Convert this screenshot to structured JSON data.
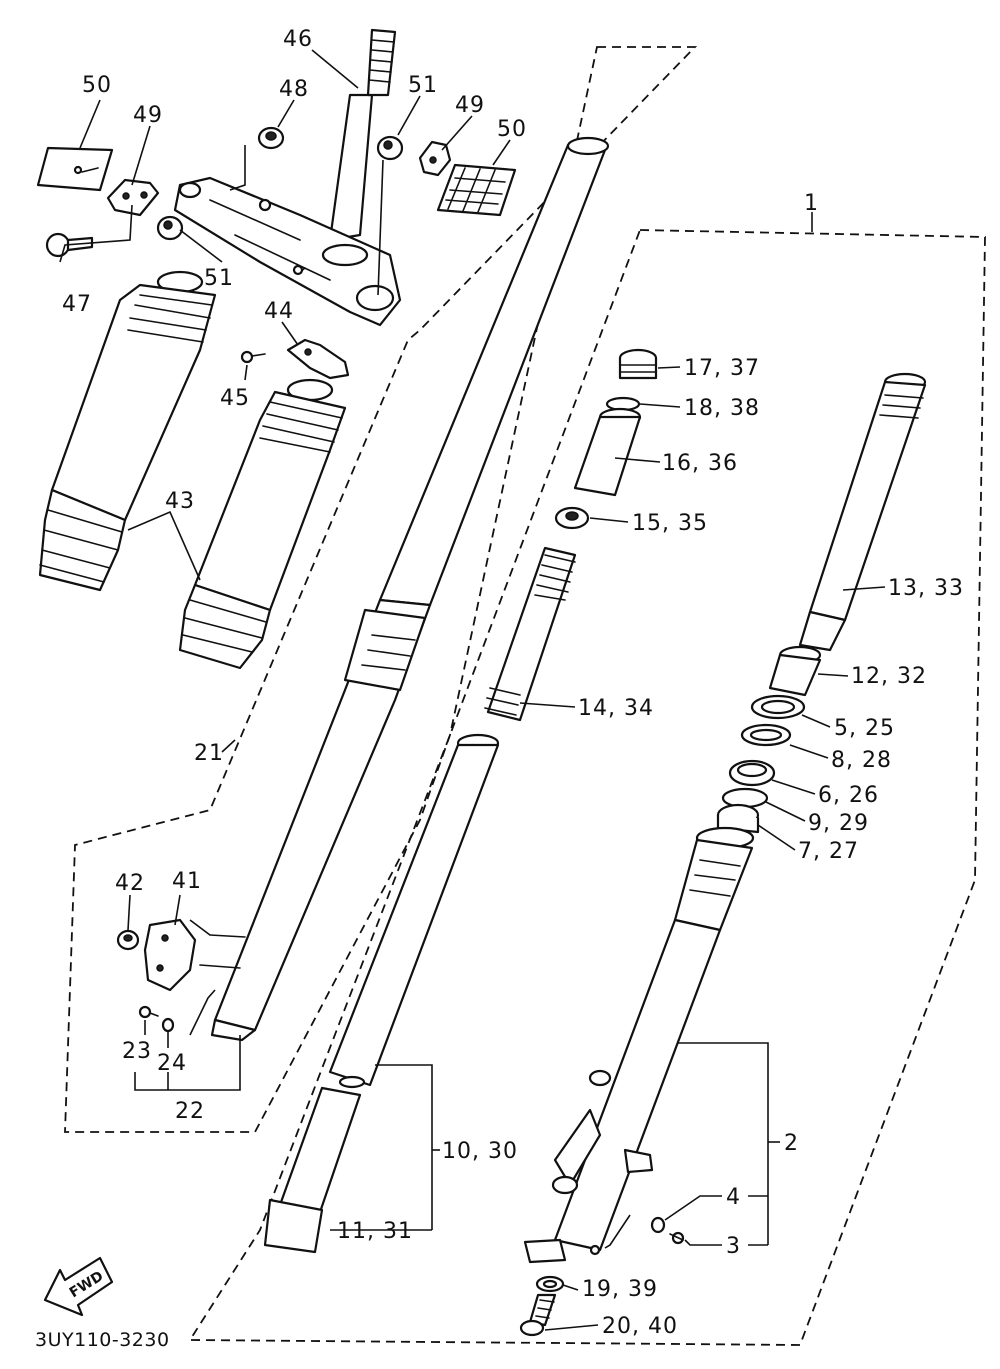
{
  "callouts": {
    "c1": "1",
    "c2": "2",
    "c3": "3",
    "c4": "4",
    "c5_25": "5, 25",
    "c6_26": "6, 26",
    "c7_27": "7, 27",
    "c8_28": "8, 28",
    "c9_29": "9, 29",
    "c10_30": "10, 30",
    "c11_31": "11, 31",
    "c12_32": "12, 32",
    "c13_33": "13, 33",
    "c14_34": "14, 34",
    "c15_35": "15, 35",
    "c16_36": "16, 36",
    "c17_37": "17, 37",
    "c18_38": "18, 38",
    "c19_39": "19, 39",
    "c20_40": "20, 40",
    "c21": "21",
    "c22": "22",
    "c23": "23",
    "c24": "24",
    "c41": "41",
    "c42": "42",
    "c43": "43",
    "c44": "44",
    "c45": "45",
    "c46": "46",
    "c47": "47",
    "c48": "48",
    "c49a": "49",
    "c49b": "49",
    "c50a": "50",
    "c50b": "50",
    "c51a": "51",
    "c51b": "51"
  },
  "fwd_label": "FWD",
  "diagram_code": "3UY110-3230"
}
